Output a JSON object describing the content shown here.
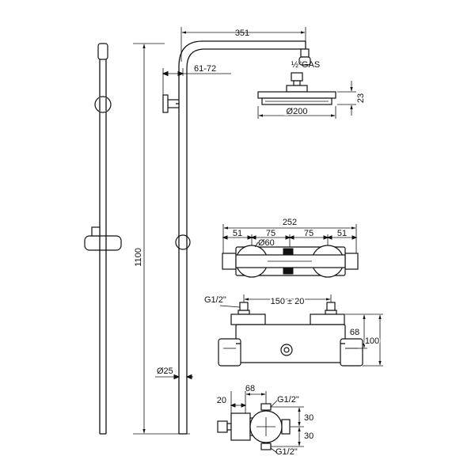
{
  "dimensions": {
    "arm_reach": "351",
    "pipe_offset": "61-72",
    "gas_connection": "½\"GAS",
    "head_height": "23",
    "head_diameter": "Ø200",
    "valve_width": "252",
    "seg_left": "51",
    "seg_mid_left": "75",
    "seg_mid_right": "75",
    "seg_right": "51",
    "knob_diameter": "Ø60",
    "thread_top": "G1/2\"",
    "centers": "150 ± 20",
    "valve_depth": "68",
    "valve_height": "100",
    "total_height": "1100",
    "pipe_diameter": "Ø25",
    "side_offset_a": "20",
    "side_offset_b": "68",
    "side_thread_top": "G1/2\"",
    "side_spacing_top": "30",
    "side_spacing_bottom": "30",
    "side_thread_bottom": "G1/2\""
  }
}
